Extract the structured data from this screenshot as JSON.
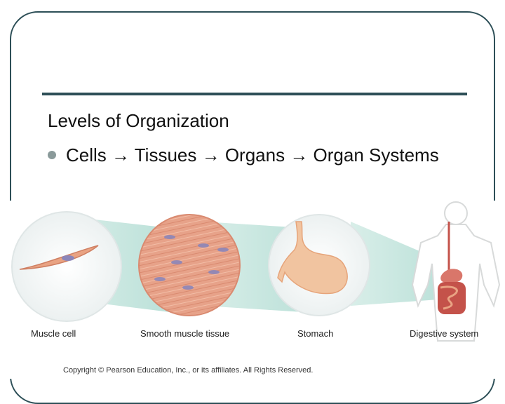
{
  "slide": {
    "title": "Levels of Organization",
    "bullet": "Cells → Tissues → Organs → Organ Systems"
  },
  "figure": {
    "labels": {
      "muscle_cell": "Muscle cell",
      "smooth_muscle_tissue": "Smooth muscle tissue",
      "stomach": "Stomach",
      "digestive_system": "Digestive system"
    },
    "copyright": "Copyright © Pearson Education, Inc., or its affiliates. All Rights Reserved."
  },
  "colors": {
    "frame": "#2d4f57",
    "teal_band": "#b9e0d8",
    "muscle": "#e9a383",
    "stomach": "#f1c4a0",
    "gut": "#c4524a"
  }
}
